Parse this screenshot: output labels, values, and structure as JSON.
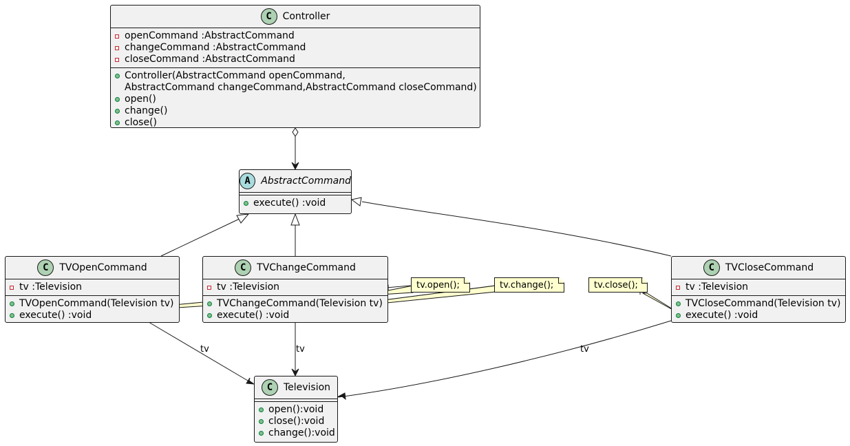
{
  "classes": {
    "controller": {
      "icon": "C",
      "name": "Controller",
      "fields": [
        "openCommand :AbstractCommand",
        "changeCommand :AbstractCommand",
        "closeCommand :AbstractCommand"
      ],
      "methods": [
        "Controller(AbstractCommand openCommand,",
        "AbstractCommand changeCommand,AbstractCommand closeCommand)",
        "open()",
        "change()",
        "close()"
      ]
    },
    "abstract_command": {
      "icon": "A",
      "name": "AbstractCommand",
      "methods": [
        "execute() :void"
      ]
    },
    "tv_open": {
      "icon": "C",
      "name": "TVOpenCommand",
      "fields": [
        "tv :Television"
      ],
      "methods": [
        "TVOpenCommand(Television tv)",
        "execute() :void"
      ]
    },
    "tv_change": {
      "icon": "C",
      "name": "TVChangeCommand",
      "fields": [
        "tv :Television"
      ],
      "methods": [
        "TVChangeCommand(Television tv)",
        "execute() :void"
      ]
    },
    "tv_close": {
      "icon": "C",
      "name": "TVCloseCommand",
      "fields": [
        "tv :Television"
      ],
      "methods": [
        "TVCloseCommand(Television tv)",
        "execute() :void"
      ]
    },
    "television": {
      "icon": "C",
      "name": "Television",
      "methods": [
        "open():void",
        "close():void",
        "change():void"
      ]
    }
  },
  "notes": {
    "open": "tv.open();",
    "change": "tv.change();",
    "close": "tv.close();"
  },
  "edge_labels": {
    "open_tv": "tv",
    "change_tv": "tv",
    "close_tv": "tv"
  },
  "colors": {
    "class_fill": "#f1f1f1",
    "class_icon": "#add1b2",
    "abstract_icon": "#a9dcdf",
    "note_fill": "#fefece",
    "private_marker": "#c82930",
    "public_marker": "#84be84"
  }
}
